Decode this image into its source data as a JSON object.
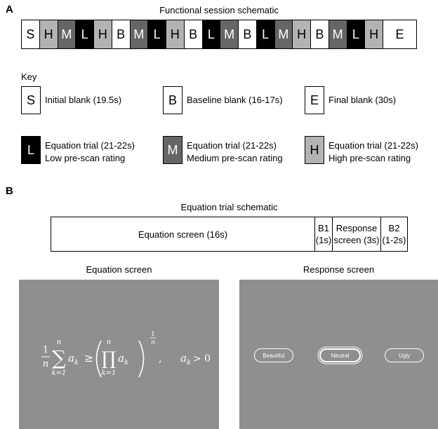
{
  "panel_a": {
    "label": "A",
    "title": "Functional session schematic",
    "sequence": [
      "S",
      "H",
      "M",
      "L",
      "H",
      "B",
      "M",
      "L",
      "H",
      "B",
      "L",
      "M",
      "B",
      "L",
      "M",
      "H",
      "B",
      "M",
      "L",
      "H",
      "E"
    ],
    "key_title": "Key",
    "key": {
      "S": {
        "letter": "S",
        "lines": [
          "Initial blank (19.5s)"
        ]
      },
      "B": {
        "letter": "B",
        "lines": [
          "Baseline blank (16-17s)"
        ]
      },
      "E": {
        "letter": "E",
        "lines": [
          "Final blank (30s)"
        ]
      },
      "L": {
        "letter": "L",
        "lines": [
          "Equation trial (21-22s)",
          "Low pre-scan rating"
        ]
      },
      "M": {
        "letter": "M",
        "lines": [
          "Equation trial (21-22s)",
          "Medium pre-scan rating"
        ]
      },
      "H": {
        "letter": "H",
        "lines": [
          "Equation trial (21-22s)",
          "High pre-scan rating"
        ]
      }
    },
    "colors": {
      "S": "#ffffff",
      "B": "#ffffff",
      "E": "#ffffff",
      "L": "#000000",
      "M": "#666666",
      "H": "#b3b3b3"
    },
    "text_colors": {
      "S": "#000000",
      "B": "#000000",
      "E": "#000000",
      "L": "#ffffff",
      "M": "#ffffff",
      "H": "#000000"
    }
  },
  "panel_b": {
    "label": "B",
    "title": "Equation trial schematic",
    "segments": [
      {
        "line1": "Equation screen (16s)",
        "line2": ""
      },
      {
        "line1": "B1",
        "line2": "(1s)"
      },
      {
        "line1": "Response",
        "line2": "screen (3s)"
      },
      {
        "line1": "B2",
        "line2": "(1-2s)"
      }
    ],
    "equation_screen_title": "Equation screen",
    "response_screen_title": "Response screen",
    "equation": {
      "frac_num": "1",
      "frac_den": "n",
      "sum_top": "n",
      "sum_bottom": "k=1",
      "sum_symbol": "∑",
      "term": "a",
      "sub": "k",
      "geq": "≥",
      "prod_symbol": "∏",
      "prod_top": "n",
      "prod_bottom": "k=1",
      "exp_num": "1",
      "exp_den": "n",
      "comma": ",",
      "cond": "> 0"
    },
    "response_options": [
      "Beautiful",
      "Neutral",
      "Ugly"
    ],
    "selected_option": "Neutral",
    "screen_color": "#8f8f8f"
  }
}
